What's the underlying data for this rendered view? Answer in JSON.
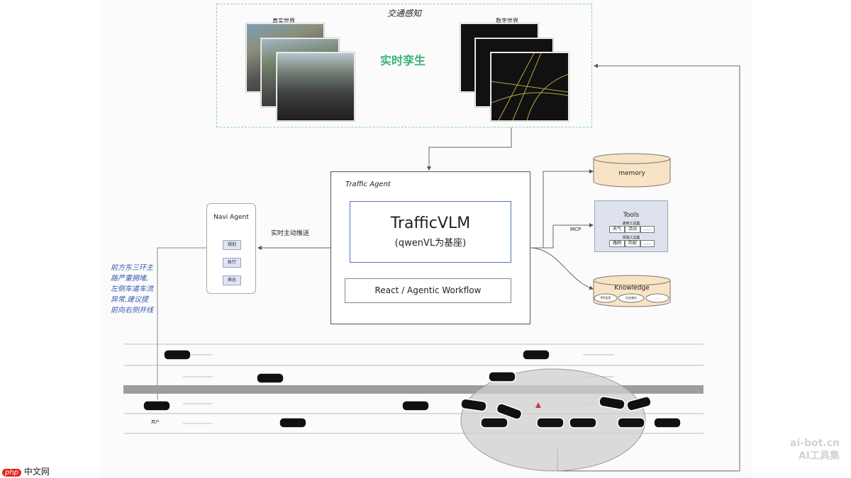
{
  "perception": {
    "title": "交通感知",
    "real_world": "真实世界",
    "digital_world": "数字世界",
    "twin_label": "实时孪生"
  },
  "agent": {
    "label": "Traffic Agent",
    "vlm_title": "TrafficVLM",
    "vlm_subtitle": "(qwenVL为基座)",
    "workflow": "React / Agentic Workflow"
  },
  "navi": {
    "title": "Navi Agent",
    "items": [
      "规划",
      "执行",
      "表达"
    ],
    "push_label": "实时主动推送"
  },
  "memory": {
    "label": "memory"
  },
  "tools": {
    "title": "Tools",
    "general_title": "通用工具集",
    "general": [
      "天气",
      "活动",
      "......"
    ],
    "special_title": "领域工具集",
    "special": [
      "路网",
      "匹配",
      "......"
    ],
    "mcp": "MCP"
  },
  "knowledge": {
    "title": "Knowledge",
    "items": [
      "POI信息",
      "历史路况",
      "......"
    ]
  },
  "note": "前方东三环主路严重拥堵,左侧车道车流异常,建议提前向右侧并线",
  "road": {
    "user_label": "用户"
  },
  "watermark": {
    "line1": "ai-bot.cn",
    "line2": "AI工具集"
  },
  "logo": {
    "php": "php",
    "text": "中文网"
  },
  "colors": {
    "accent_green": "#3cb37a",
    "vlm_border": "#5573c8",
    "note_blue": "#3a5db0",
    "cylinder_fill": "#f8e4c4"
  }
}
